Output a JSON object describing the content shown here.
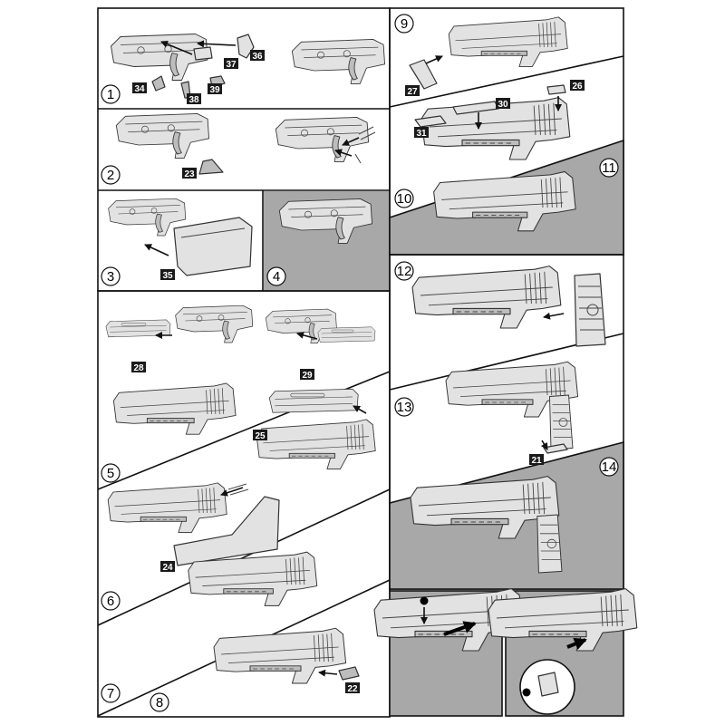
{
  "colors": {
    "ink": "#111111",
    "part_fill": "#e2e2e2",
    "part_shade": "#bdbdbd",
    "panel_gray": "#a8a8a8",
    "badge": "#1a1a1a"
  },
  "steps": [
    "1",
    "2",
    "3",
    "4",
    "5",
    "6",
    "7",
    "8",
    "9",
    "10",
    "11",
    "12",
    "13",
    "14"
  ],
  "parts": [
    "37",
    "36",
    "34",
    "38",
    "39",
    "23",
    "35",
    "28",
    "29",
    "25",
    "24",
    "22",
    "27",
    "30",
    "26",
    "31",
    "21"
  ],
  "icons": {
    "step_badge": "circled-number-icon",
    "part_badge": "part-number-badge-icon",
    "direction": "arrow-icon",
    "attach_point": "dot-marker-icon"
  }
}
